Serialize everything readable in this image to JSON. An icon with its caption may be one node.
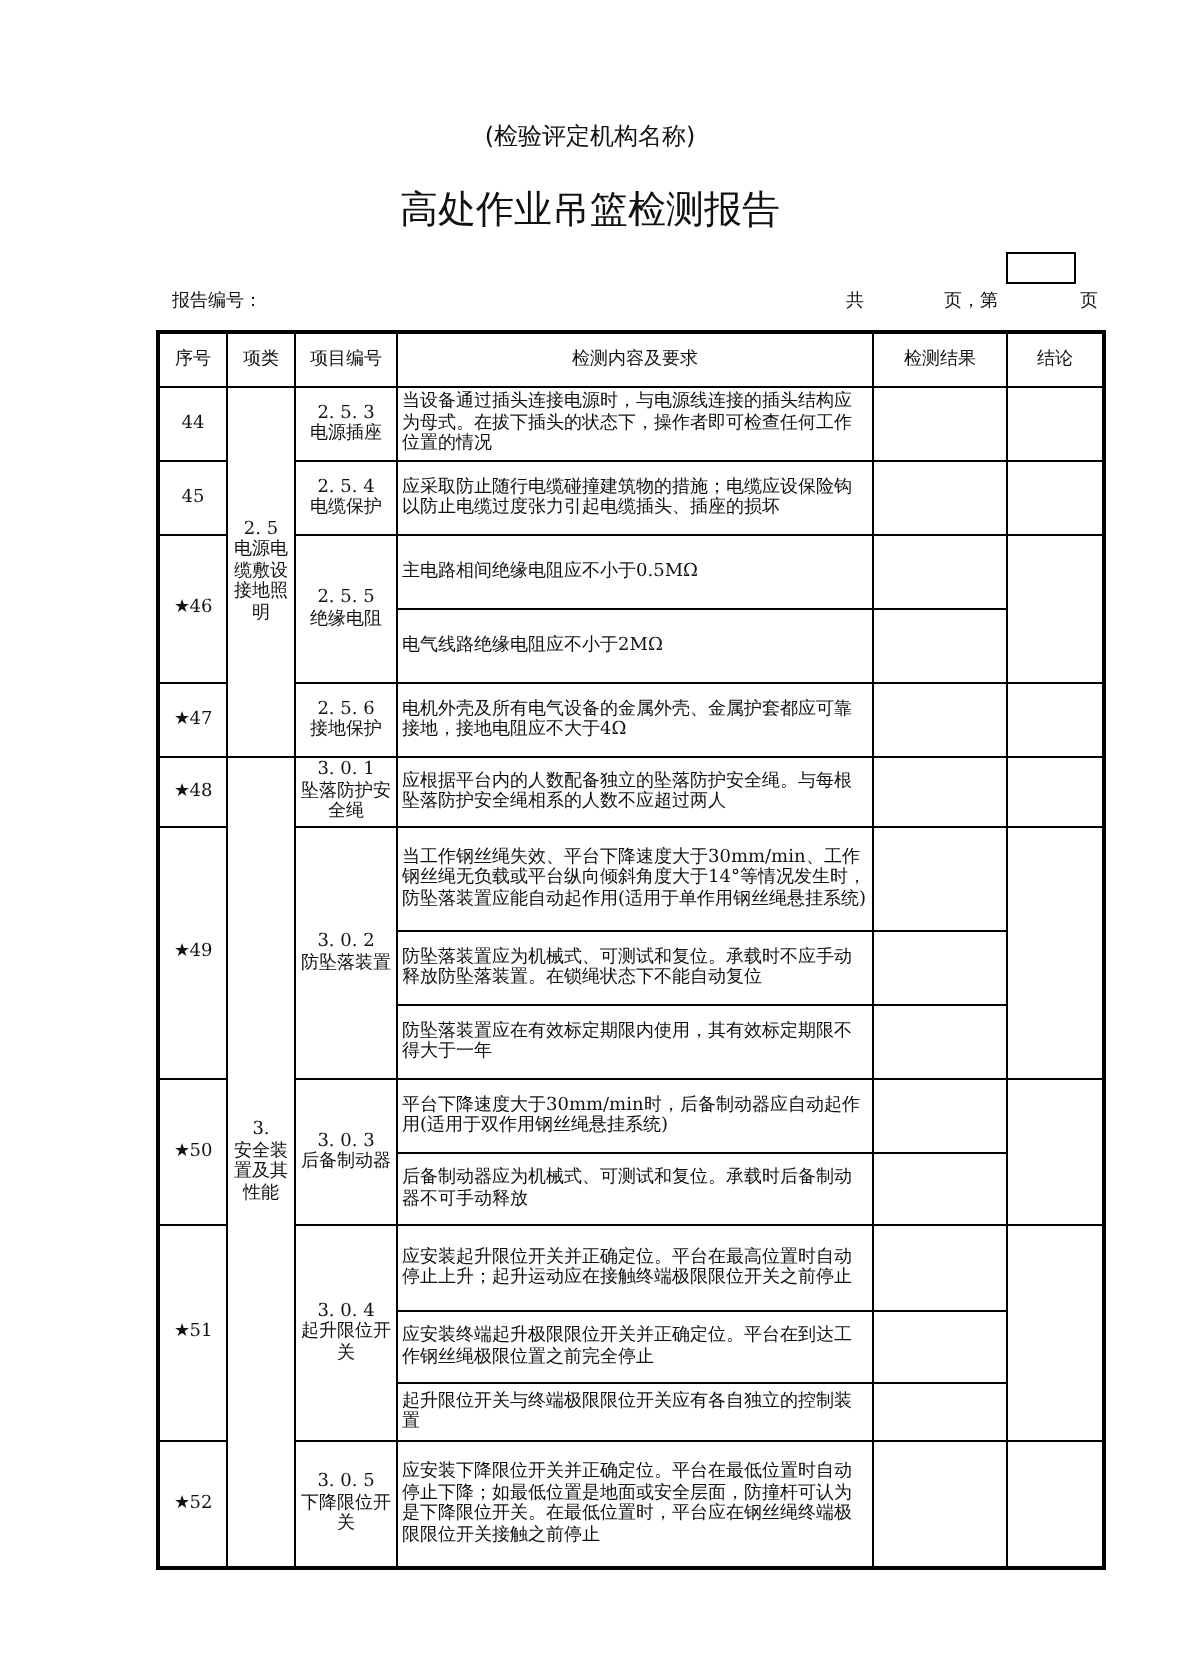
{
  "diagram": {
    "title": "高处作业吊篮检测报告",
    "labels": [
      "(检验评定机构名称)",
      "报告编号：",
      "共",
      "页，第",
      "页",
      "序号",
      "项类",
      "项目编号",
      "检测内容及要求",
      "检测结果",
      "结论",
      "44",
      "2. 5 电源电缆敷设接地照明",
      "2. 5. 3 电源插座",
      "当设备通过插头连接电源时，与电源线连接的插头结构应为母式。在拔下插头的状态下，操作者即可检查任何工作位置的情况",
      "45",
      "2. 5. 4 电缆保护",
      "应采取防止随行电缆碰撞建筑物的措施；电缆应设保险钩以防止电缆过度张力引起电缆插头、插座的损坏",
      "★46",
      "2. 5. 5 绝缘电阻",
      "主电路相间绝缘电阻应不小于0.5MΩ",
      "电气线路绝缘电阻应不小于2MΩ",
      "★47",
      "2. 5. 6 接地保护",
      "电机外壳及所有电气设备的金属外壳、金属护套都应可靠接地，接地电阻应不大于4Ω",
      "★48",
      "3. 安全装置及其性能",
      "3. 0. 1 坠落防护安全绳",
      "应根据平台内的人数配备独立的坠落防护安全绳。与每根坠落防护安全绳相系的人数不应超过两人",
      "★49",
      "3. 0. 2 防坠落装置",
      "当工作钢丝绳失效、平台下降速度大于30mm/min、工作钢丝绳无负载或平台纵向倾斜角度大于14°等情况发生时，防坠落装置应能自动起作用(适用于单作用钢丝绳悬挂系统)",
      "防坠落装置应为机械式、可测试和复位。承载时不应手动释放防坠落装置。在锁绳状态下不能自动复位",
      "防坠落装置应在有效标定期限内使用，其有效标定期限不得大于一年",
      "★50",
      "3. 0. 3 后备制动器",
      "平台下降速度大于30mm/min时，后备制动器应自动起作用(适用于双作用钢丝绳悬挂系统)",
      "后备制动器应为机械式、可测试和复位。承载时后备制动器不可手动释放",
      "★51",
      "3. 0. 4 起升限位开关",
      "应安装起升限位开关并正确定位。平台在最高位置时自动停止上升；起升运动应在接触终端极限限位开关之前停止",
      "应安装终端起升极限限位开关并正确定位。平台在到达工作钢丝绳极限位置之前完全停止",
      "起升限位开关与终端极限限位开关应有各自独立的控制装置",
      "★52",
      "3. 0. 5 下降限位开关",
      "应安装下降限位开关并正确定位。平台在最低位置时自动停止下降；如最低位置是地面或安全层面，防撞杆可认为是下降限位开关。在最低位置时，平台应在钢丝绳终端极限限位开关接触之前停止"
    ]
  }
}
